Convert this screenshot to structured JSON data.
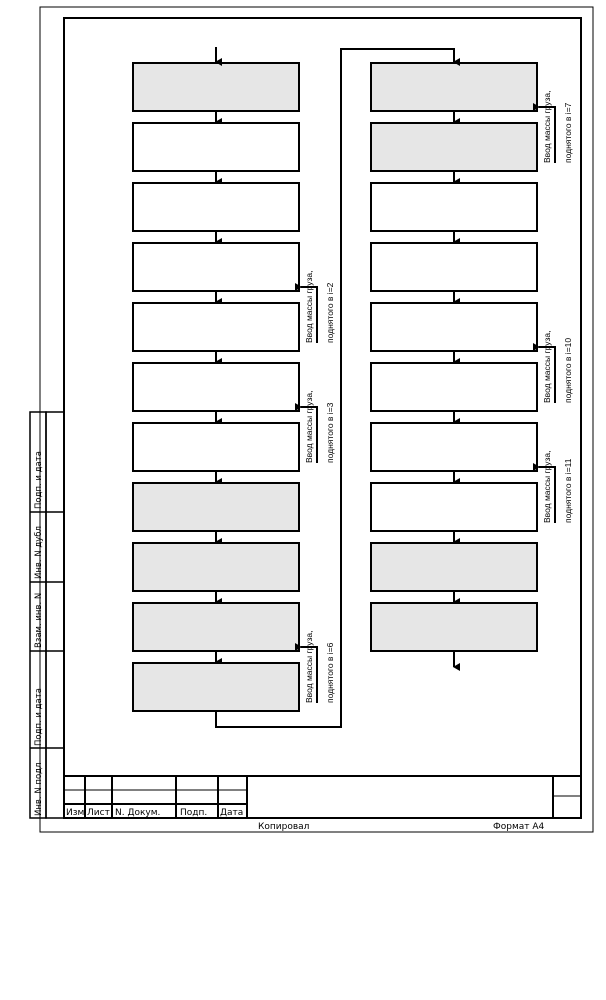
{
  "side_stamp": {
    "fields": [
      "Инв. N подл",
      "Подп. и дата",
      "Взам. инв. N",
      "Инв. N дубл",
      "Подп.  и  дата"
    ]
  },
  "title_block": {
    "headers": [
      "Изм",
      "Лист",
      "N. Докум.",
      "Подп.",
      "Дата"
    ],
    "copied_label": "Копировал",
    "format_label": "Формат  A4"
  },
  "flowchart": {
    "left_column": {
      "blocks": [
        {
          "fill": "gray"
        },
        {
          "fill": "white"
        },
        {
          "fill": "white"
        },
        {
          "fill": "white"
        },
        {
          "fill": "white"
        },
        {
          "fill": "white"
        },
        {
          "fill": "white"
        },
        {
          "fill": "gray"
        },
        {
          "fill": "gray"
        },
        {
          "fill": "gray"
        },
        {
          "fill": "gray"
        }
      ]
    },
    "right_column": {
      "blocks": [
        {
          "fill": "gray"
        },
        {
          "fill": "gray"
        },
        {
          "fill": "white"
        },
        {
          "fill": "white"
        },
        {
          "fill": "white"
        },
        {
          "fill": "white"
        },
        {
          "fill": "white"
        },
        {
          "fill": "white"
        },
        {
          "fill": "gray"
        },
        {
          "fill": "gray"
        }
      ]
    },
    "inputs": [
      {
        "line1": "Ввод массы груза,",
        "line2": "поднятого в i=2",
        "column": "left",
        "block": 3
      },
      {
        "line1": "Ввод массы груза,",
        "line2": "поднятого в i=3",
        "column": "left",
        "block": 5
      },
      {
        "line1": "Ввод массы груза,",
        "line2": "поднятого в i=6",
        "column": "left",
        "block": 9
      },
      {
        "line1": "Ввод массы груза,",
        "line2": "поднятого в i=7",
        "column": "right",
        "block": 0
      },
      {
        "line1": "Ввод массы груза,",
        "line2": "поднятого в i=10",
        "column": "right",
        "block": 4
      },
      {
        "line1": "Ввод массы груза,",
        "line2": "поднятого в i=11",
        "column": "right",
        "block": 6
      }
    ],
    "colors": {
      "gray_fill": "#e6e6e6",
      "white_fill": "#ffffff",
      "stroke": "#000000"
    }
  }
}
